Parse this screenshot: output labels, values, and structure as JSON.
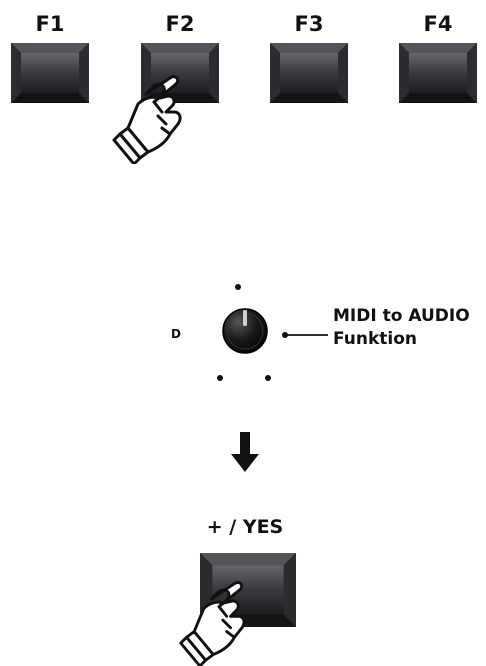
{
  "function_keys": [
    {
      "label": "F1"
    },
    {
      "label": "F2"
    },
    {
      "label": "F3"
    },
    {
      "label": "F4"
    }
  ],
  "dial": {
    "position_letter": "D",
    "callout_line1": "MIDI to AUDIO",
    "callout_line2": "Funktion"
  },
  "confirm": {
    "label": "+ / YES"
  },
  "icons": {
    "hand": "pointing-hand-icon",
    "arrow": "arrow-down-icon",
    "knob": "rotary-knob-icon"
  },
  "colors": {
    "key_dark": "#2a2a2e",
    "key_light": "#5c5d63",
    "ink": "#111111"
  }
}
